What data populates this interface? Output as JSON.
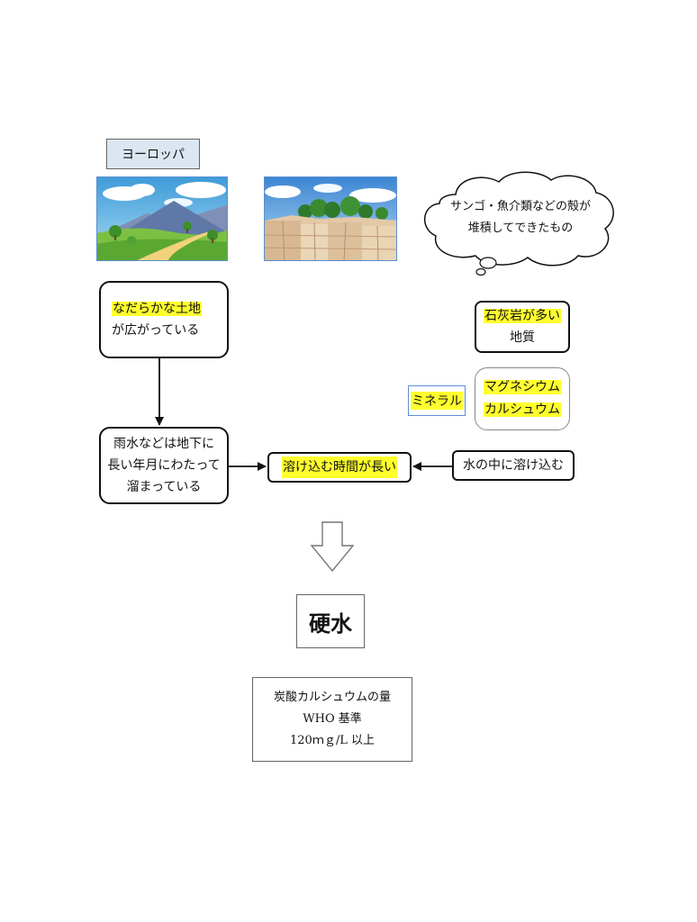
{
  "region_label": "ヨーロッパ",
  "cloud_note": [
    "サンゴ・魚介類などの殻が",
    "堆積してできたもの"
  ],
  "land_box": {
    "highlighted": "なだらかな土地",
    "rest": "が広がっている"
  },
  "rain_box": [
    "雨水などは地下に",
    "長い年月にわたって",
    "溜まっている"
  ],
  "center_box": "溶け込む時間が長い",
  "water_box": "水の中に溶け込む",
  "limestone_box": {
    "highlighted": "石灰岩が多い",
    "rest": "地質"
  },
  "mineral_label": "ミネラル",
  "minerals": [
    "マグネシウム",
    "カルシュウム"
  ],
  "result": "硬水",
  "info_box": [
    "炭酸カルシュウムの量",
    "WHO 基準",
    "120ｍｇ/L 以上"
  ],
  "colors": {
    "highlight": "#ffff2e",
    "label_bg": "#dce6f2",
    "photo_border": "#5a8fd0"
  }
}
